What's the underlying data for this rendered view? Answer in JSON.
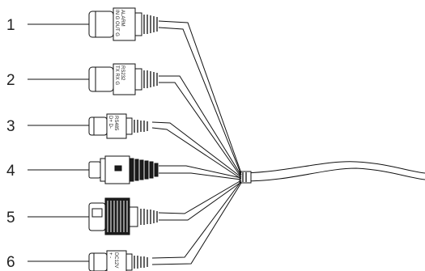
{
  "callouts": [
    {
      "number": "1",
      "label_top": "ALARM",
      "label_bottom": "IN G OUT G"
    },
    {
      "number": "2",
      "label_top": "RS232",
      "label_bottom": "TX RX G"
    },
    {
      "number": "3",
      "label_top": "RS485",
      "label_bottom": "D+ D-"
    },
    {
      "number": "4",
      "label_top": "",
      "label_bottom": ""
    },
    {
      "number": "5",
      "label_top": "",
      "label_bottom": ""
    },
    {
      "number": "6",
      "label_top": "DC12V",
      "label_bottom": "+ -"
    }
  ]
}
